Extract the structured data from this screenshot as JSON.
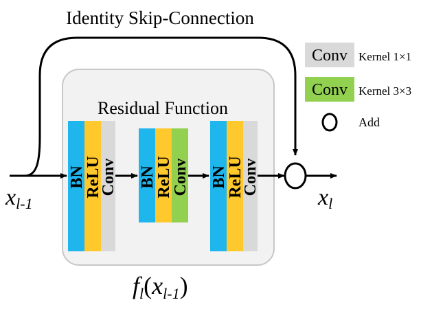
{
  "diagram": {
    "title": "Identity Skip-Connection",
    "residual_label": "Residual Function",
    "input_label": {
      "base": "x",
      "sub": "l-1"
    },
    "output_label": {
      "base": "x",
      "sub": "l"
    },
    "function_label": {
      "f": "f",
      "f_sub": "l",
      "open": "(",
      "x": "x",
      "x_sub": "l-1",
      "close": ")"
    },
    "blocks": [
      {
        "layers": [
          "BN",
          "ReLU",
          "Conv"
        ],
        "conv_kind": "1x1"
      },
      {
        "layers": [
          "BN",
          "ReLU",
          "Conv"
        ],
        "conv_kind": "3x3"
      },
      {
        "layers": [
          "BN",
          "ReLU",
          "Conv"
        ],
        "conv_kind": "1x1"
      }
    ]
  },
  "legend": {
    "items": [
      {
        "symbol": "Conv",
        "text": "Kernel 1×1",
        "color": "#d9d9d9"
      },
      {
        "symbol": "Conv",
        "text": "Kernel 3×3",
        "color": "#92d050"
      },
      {
        "symbol": "",
        "text": "Add",
        "color": "#ffffff"
      }
    ]
  },
  "colors": {
    "bn": "#1fb5ed",
    "relu": "#ffc82d",
    "conv_1x1": "#d9d9d9",
    "conv_3x3": "#92d050",
    "panel": "#f2f2f2",
    "panel_border": "#c7c7c7"
  }
}
